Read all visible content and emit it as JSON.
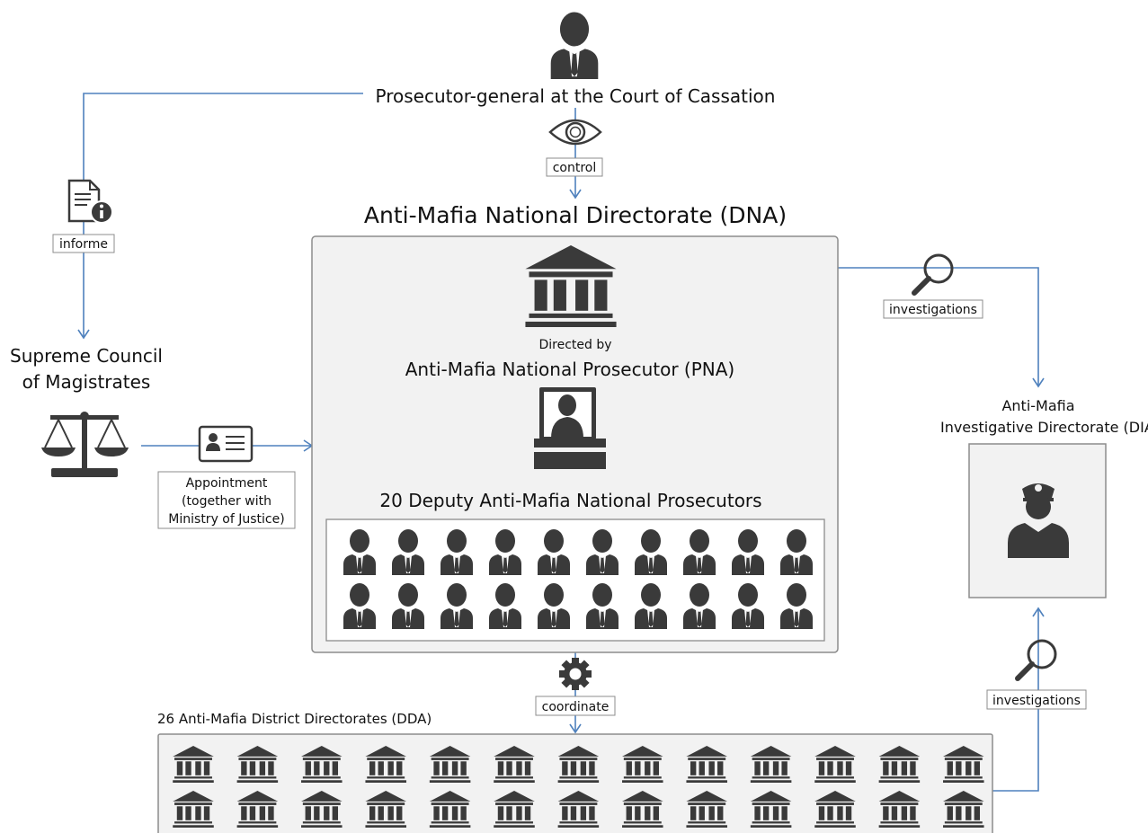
{
  "prosecutor_general": {
    "title": "Prosecutor-general at the Court of Cassation",
    "icon": "person-suit-icon"
  },
  "control_link": {
    "label": "control",
    "icon": "eye-icon"
  },
  "informe_link": {
    "label": "informe",
    "icon": "document-info-icon"
  },
  "dna": {
    "title": "Anti-Mafia National Directorate (DNA)",
    "directed_by": "Directed by",
    "pna_title": "Anti-Mafia National Prosecutor (PNA)",
    "deputies_title": "20 Deputy Anti-Mafia National Prosecutors",
    "deputy_count": 20
  },
  "csm": {
    "title_line1": "Supreme Council",
    "title_line2": "of  Magistrates",
    "icon": "scales-icon"
  },
  "appointment_link": {
    "line1": "Appointment",
    "line2": "(together with",
    "line3": "Ministry of Justice)",
    "icon": "id-card-icon"
  },
  "dia": {
    "title_line1": "Anti-Mafia",
    "title_line2": "Investigative Directorate (DIA)",
    "icon": "police-officer-icon"
  },
  "investigations_top": {
    "label": "investigations",
    "icon": "magnifier-icon"
  },
  "investigations_bottom": {
    "label": "investigations",
    "icon": "magnifier-icon"
  },
  "coordinate_link": {
    "label": "coordinate",
    "icon": "gear-icon"
  },
  "dda": {
    "title": "26 Anti-Mafia District Directorates (DDA)",
    "visible_icons": 26,
    "icon": "courthouse-icon"
  },
  "colors": {
    "connector": "#4f81bd",
    "icon": "#3a3a3a",
    "panel": "#f2f2f2",
    "border": "#8c8c8c"
  }
}
